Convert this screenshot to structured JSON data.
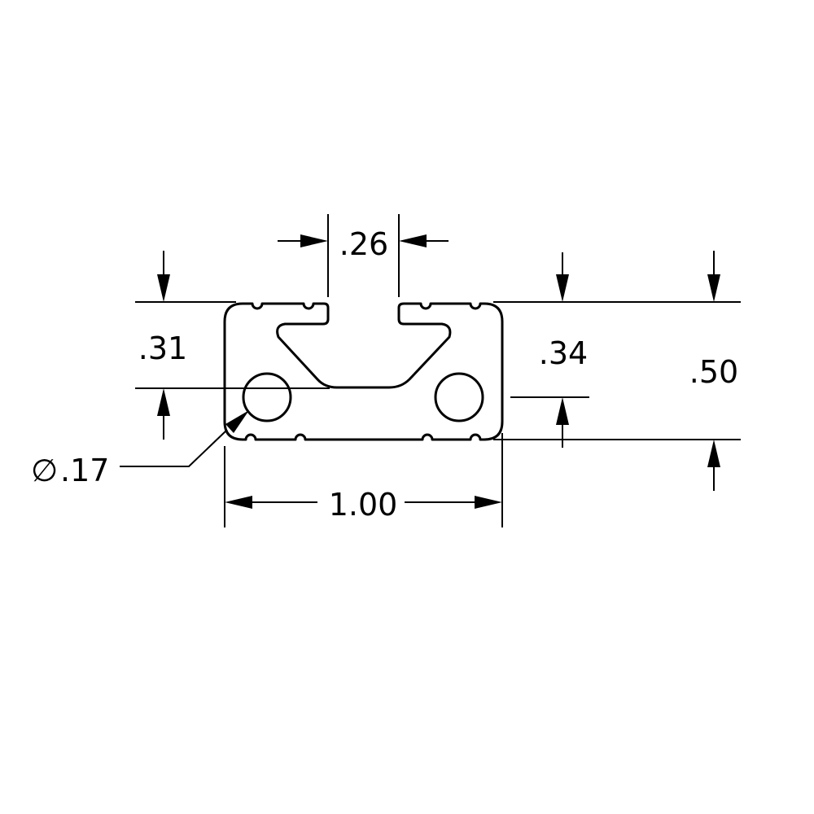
{
  "dimensions": {
    "slot_width": ".26",
    "left_height": ".31",
    "right_height": ".34",
    "total_height": ".50",
    "hole_diameter": ".17",
    "total_width": "1.00"
  },
  "symbols": {
    "diameter": "∅"
  }
}
